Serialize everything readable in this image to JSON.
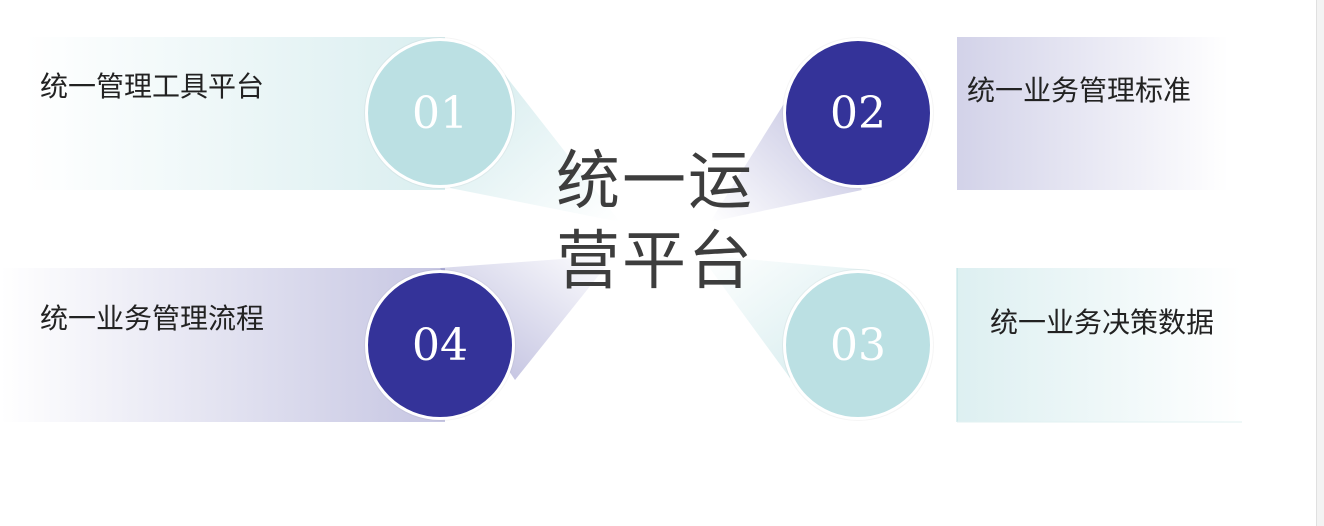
{
  "center": {
    "line1": "统一运",
    "line2": "营平台"
  },
  "items": [
    {
      "number": "01",
      "label": "统一管理工具平台"
    },
    {
      "number": "02",
      "label": "统一业务管理标准"
    },
    {
      "number": "03",
      "label": "统一业务决策数据"
    },
    {
      "number": "04",
      "label": "统一业务管理流程"
    }
  ],
  "colors": {
    "teal": "#bbe0e3",
    "indigo": "#343399",
    "title": "#3d3d3d",
    "label": "#222222"
  }
}
